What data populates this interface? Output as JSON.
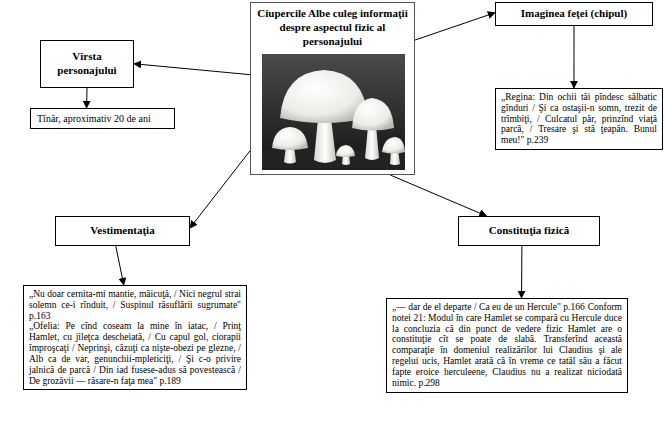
{
  "diagram": {
    "nodes": [
      {
        "text": [
          "Ciupercile Albe culeg informaţii despre aspectul fizic al personajului"
        ]
      },
      {
        "text": [
          "Vîrsta personajului"
        ]
      },
      {
        "text": [
          "Tînăr, aproximativ 20 de ani"
        ]
      },
      {
        "text": [
          "Vestimentaţia"
        ]
      },
      {
        "text": [
          "„Nu doar cernita-mi mantie, măicuţă, / Nici negrul strai solemn ce-i rînduit, / Suspinul răsuflării sugrumate\" p.163",
          "„Ofelia: Pe cînd coseam la mine în iatac, / Prinţ Hamlet, cu jileţca descheiată, / Cu capul gol, ciorapii împroşcaţi / Neprinşi, căzuţi ca nişte-obezi pe glezne, / Alb ca de var, genunchii-mpleticiţi, / Şi c-o privire jalnică de parcă / Din iad fusese-adus să povestească / De grozăvii — răsare-n faţa mea\" p.189"
        ]
      },
      {
        "text": [
          "Imaginea feţei (chipul)"
        ]
      },
      {
        "text": [
          "„Regina: Din ochii tăi pîndesc sălbatic gînduri / Şi ca ostaşii-n somn, trezit de trîmbiţi, / Culcatul păr, prinzînd viaţă parcă, / Tresare şi stă ţeapăn. Bunul meu!\" p.239"
        ]
      },
      {
        "text": [
          "Constituţia fizică"
        ]
      },
      {
        "text": [
          "„— dar de el departe / Ca eu de un Hercule\" p.166",
          "Conform notei 21: Modul în care Hamlet se compară cu Hercule duce la concluzia că din punct de vedere fizic Hamlet are o constituţie cît se poate de slabă. Transferînd această comparaţie în domeniul realizărilor lui Claudius şi ale regelui ucis, Hamlet arată că în vreme ce tatăl său a făcut fapte eroice herculeene, Claudius nu a realizat niciodată nimic. p.298"
        ]
      }
    ],
    "edges": [
      {
        "from": 0,
        "to": 1,
        "arrow": "to"
      },
      {
        "from": 1,
        "to": 2,
        "arrow": "to"
      },
      {
        "from": 0,
        "to": 3,
        "arrow": "to"
      },
      {
        "from": 3,
        "to": 4,
        "arrow": "to"
      },
      {
        "from": 0,
        "to": 5,
        "arrow": "to"
      },
      {
        "from": 5,
        "to": 6,
        "arrow": "to"
      },
      {
        "from": 0,
        "to": 7,
        "arrow": "to"
      },
      {
        "from": 7,
        "to": 8,
        "arrow": "to"
      }
    ]
  }
}
